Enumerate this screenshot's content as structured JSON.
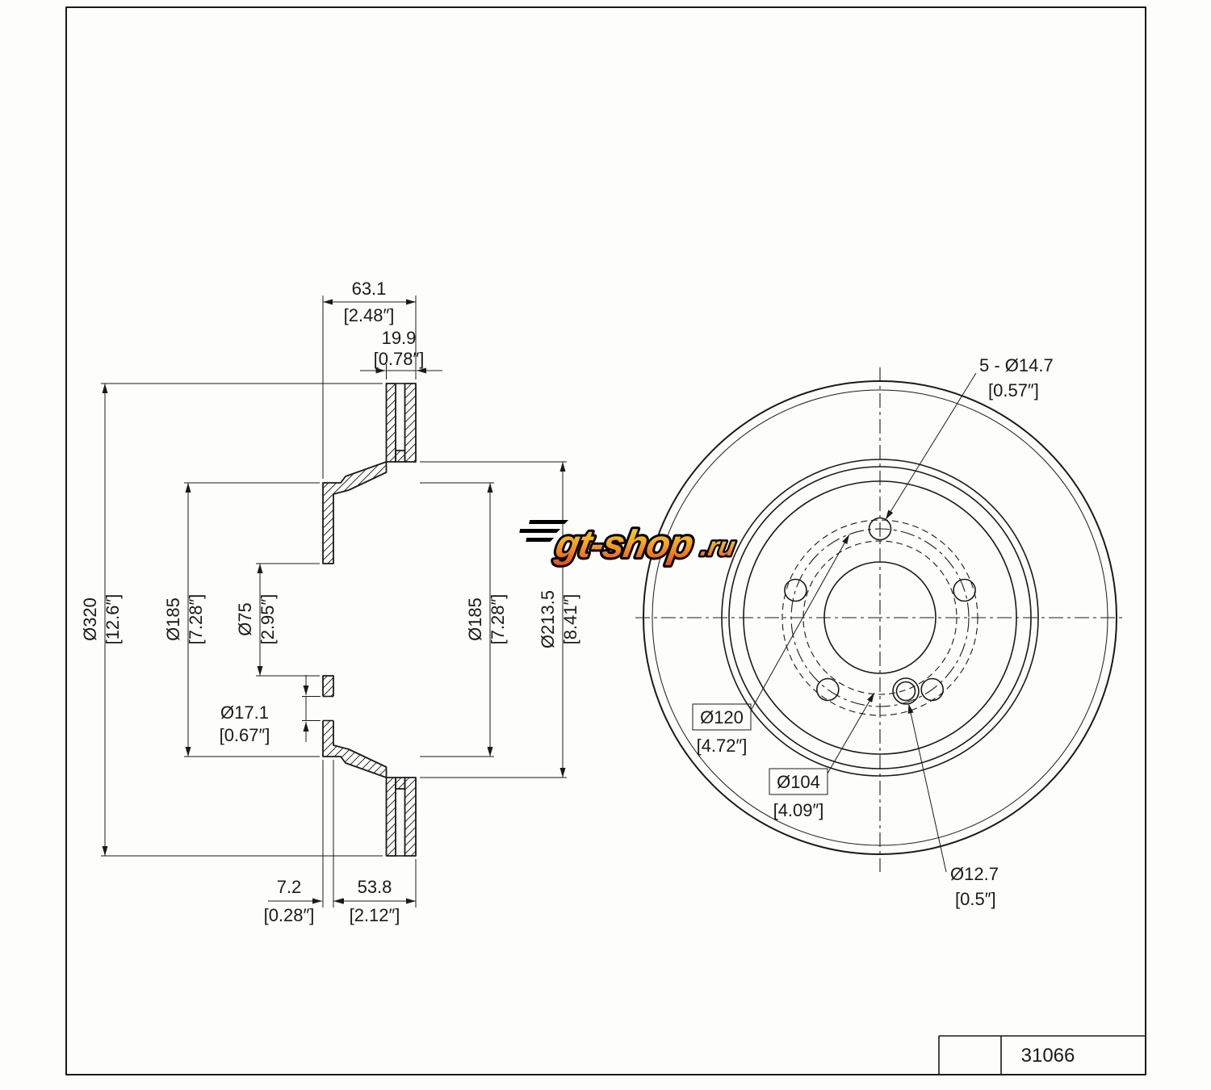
{
  "colors": {
    "line": "#1a1a1a",
    "logo_top": "#ffe000",
    "logo_mid": "#f9a01b",
    "logo_bottom": "#e8491f"
  },
  "logo": {
    "brand": "gt-shop",
    "tld": ".ru"
  },
  "title_block": {
    "part_number": "31066"
  },
  "section_view": {
    "dims": {
      "total_width": {
        "mm": "63.1",
        "in": "[2.48″]"
      },
      "plate_thickness": {
        "mm": "19.9",
        "in": "[0.78″]"
      },
      "outer_dia": {
        "mm": "Ø320",
        "in": "[12.6″]"
      },
      "hat_dia_left": {
        "mm": "Ø185",
        "in": "[7.28″]"
      },
      "center_bore": {
        "mm": "Ø75",
        "in": "[2.95″]"
      },
      "mount_hole": {
        "mm": "Ø17.1",
        "in": "[0.67″]"
      },
      "hat_dia_right": {
        "mm": "Ø185",
        "in": "[7.28″]"
      },
      "inner_dia": {
        "mm": "Ø213.5",
        "in": "[8.41″]"
      },
      "flange_thickness": {
        "mm": "7.2",
        "in": "[0.28″]"
      },
      "hat_depth": {
        "mm": "53.8",
        "in": "[2.12″]"
      }
    }
  },
  "front_view": {
    "dims": {
      "bolt_holes": {
        "mm": "5 - Ø14.7",
        "in": "[0.57″]"
      },
      "bolt_circle": {
        "mm": "Ø120",
        "in": "[4.72″]"
      },
      "register_dia": {
        "mm": "Ø104",
        "in": "[4.09″]"
      },
      "pin_hole": {
        "mm": "Ø12.7",
        "in": "[0.5″]"
      }
    }
  }
}
